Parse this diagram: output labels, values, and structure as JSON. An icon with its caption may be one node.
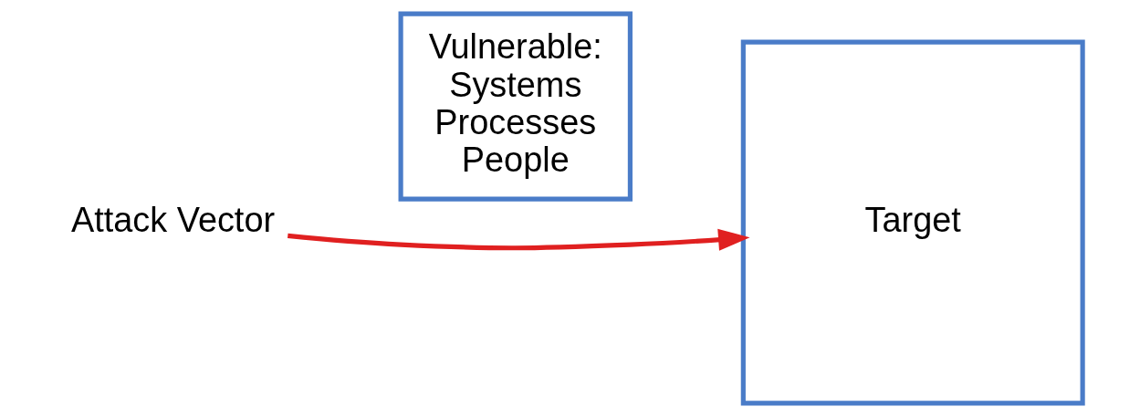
{
  "diagram": {
    "nodes": [
      {
        "text": [
          "Attack Vector"
        ]
      },
      {
        "text": [
          "Vulnerable:",
          "Systems",
          "Processes",
          "People"
        ]
      },
      {
        "text": [
          "Target"
        ]
      }
    ],
    "edges": [
      {
        "from": 0,
        "to": 2,
        "arrow": "to",
        "color": "#e02020"
      }
    ]
  }
}
